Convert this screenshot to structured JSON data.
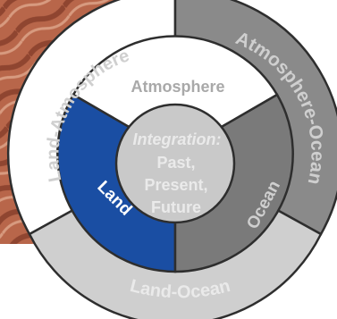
{
  "diagram": {
    "outer_ring": {
      "land_atmosphere": "Land-Atmosphere",
      "atmosphere_ocean": "Atmosphere-Ocean",
      "land_ocean": "Land-Ocean"
    },
    "inner_ring": {
      "atmosphere": "Atmosphere",
      "land": "Land",
      "ocean": "Ocean"
    },
    "center": {
      "line1": "Integration:",
      "line2": "Past,",
      "line3": "Present,",
      "line4": "Future"
    },
    "background_image": "sand-dunes-photo"
  },
  "colors": {
    "land": "#1a4ea3",
    "ocean_dark": "#7a7a7a",
    "ocean_outer": "#8a8a8a",
    "land_ocean": "#cfcfcf",
    "white_segment": "#ffffff",
    "center": "#c9c9c9",
    "outline": "#2e2e2e",
    "text_light": "#eaeaea",
    "text_gray": "#a9a9a9",
    "dune_a": "#b8664a",
    "dune_b": "#8f4530",
    "dune_c": "#d79a7f"
  }
}
